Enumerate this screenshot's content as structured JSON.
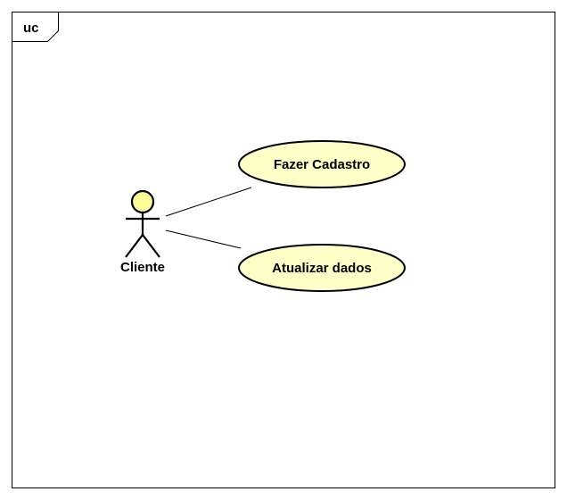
{
  "diagram": {
    "type": "uml-use-case",
    "frame_tag": "uc",
    "actor": {
      "name": "Cliente",
      "icon": "stick-figure-icon"
    },
    "use_cases": [
      {
        "label": "Fazer Cadastro"
      },
      {
        "label": "Atualizar dados"
      }
    ],
    "associations": [
      {
        "from": "Cliente",
        "to": "Fazer Cadastro"
      },
      {
        "from": "Cliente",
        "to": "Atualizar dados"
      }
    ],
    "colors": {
      "use_case_fill": "#ffffc8",
      "actor_head_fill": "#ffff99",
      "stroke": "#000000",
      "background": "#ffffff"
    }
  }
}
